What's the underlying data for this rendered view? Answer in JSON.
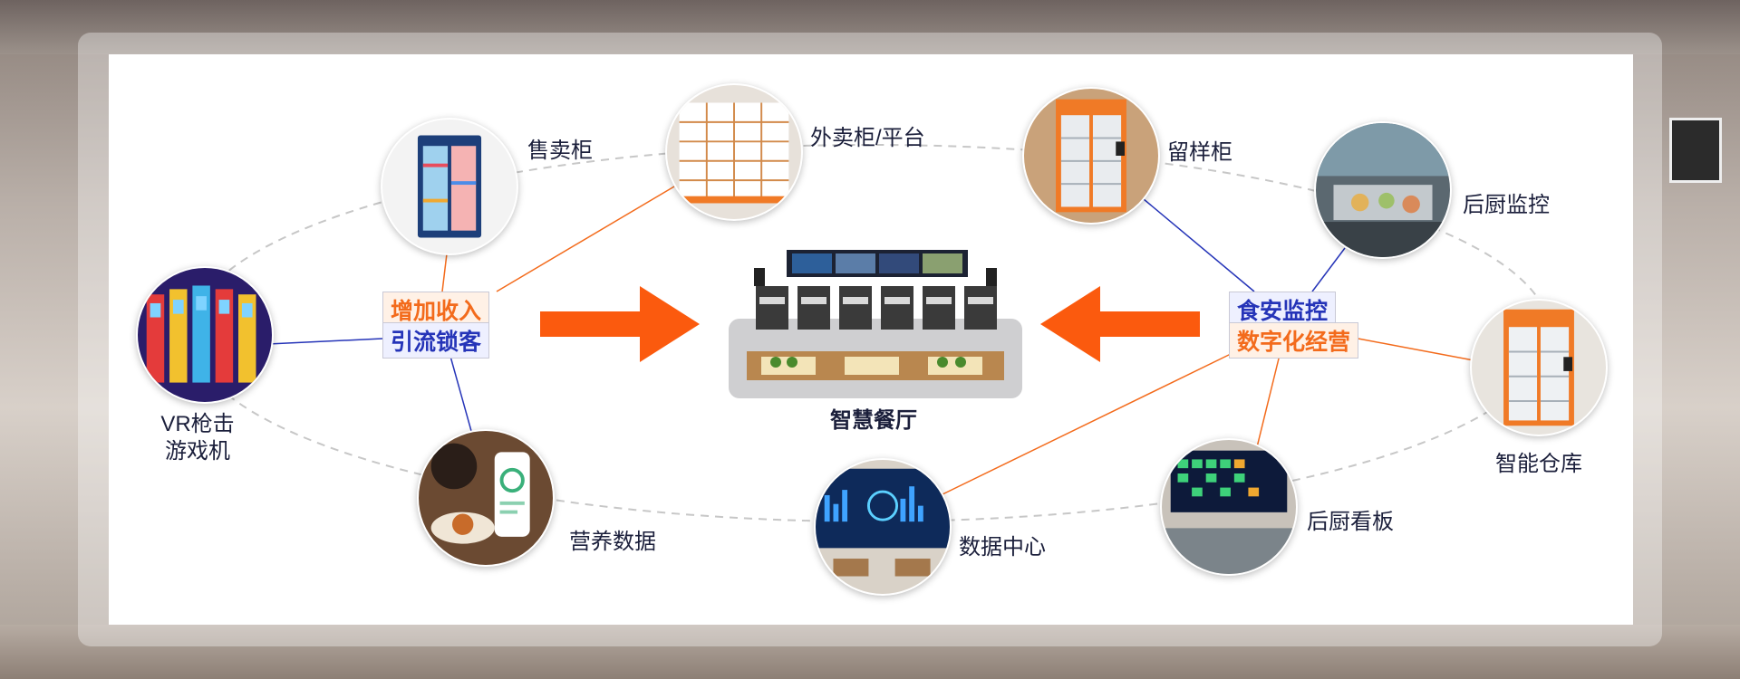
{
  "center": {
    "caption": "智慧餐厅"
  },
  "tags": {
    "left_top": "增加收入",
    "left_bottom": "引流锁客",
    "right_top": "食安监控",
    "right_bottom": "数字化经营"
  },
  "nodes": [
    {
      "id": "vending",
      "label": "售卖柜"
    },
    {
      "id": "takeout",
      "label": "外卖柜/平台"
    },
    {
      "id": "sample",
      "label": "留样柜"
    },
    {
      "id": "kitchen-monitor",
      "label": "后厨监控"
    },
    {
      "id": "vr",
      "label_line1": "VR枪击",
      "label_line2": "游戏机"
    },
    {
      "id": "nutrition",
      "label": "营养数据"
    },
    {
      "id": "data-center",
      "label": "数据中心"
    },
    {
      "id": "kitchen-board",
      "label": "后厨看板"
    },
    {
      "id": "warehouse",
      "label": "智能仓库"
    }
  ],
  "colors": {
    "orange": "#f36b1c",
    "blue": "#2534b8",
    "arrow": "#fb5a0e",
    "dashed": "#c7c7c7"
  }
}
